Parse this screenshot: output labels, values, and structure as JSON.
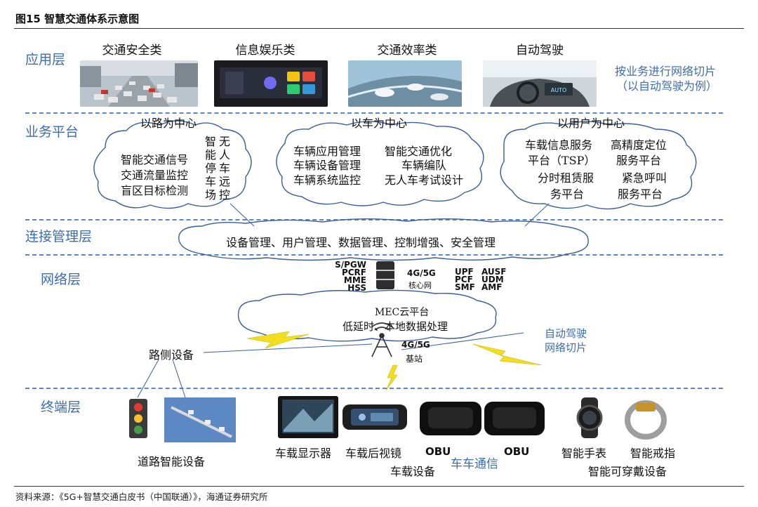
{
  "header": {
    "title": "图15 智慧交通体系示意图",
    "source": "资料来源：《5G+智慧交通白皮书（中国联通）》，海通证券研究所"
  },
  "layers": {
    "application": "应用层",
    "business": "业务平台",
    "connection": "连接管理层",
    "network": "网络层",
    "terminal": "终端层"
  },
  "application": {
    "categories": [
      "交通安全类",
      "信息娱乐类",
      "交通效率类",
      "自动驾驶"
    ],
    "slice_note": [
      "按业务进行网络切片",
      "（以自动驾驶为例）"
    ]
  },
  "business": {
    "road_center": {
      "title": "以路为中心",
      "lines": [
        "智能交通信号",
        "交通流量监控",
        "盲区目标检测"
      ],
      "col1": [
        "智",
        "能",
        "停",
        "车",
        "场"
      ],
      "col2": [
        "无",
        "人",
        "车",
        "远",
        "控"
      ]
    },
    "car_center": {
      "title": "以车为中心",
      "left": [
        "车辆应用管理",
        "车辆设备管理",
        "车辆系统监控"
      ],
      "right": [
        "智能交通优化",
        "车辆编队",
        "无人车考试设计"
      ]
    },
    "user_center": {
      "title": "以用户为中心",
      "items": [
        "车载信息服务",
        "平台（TSP）",
        "高精度定位",
        "服务平台",
        "分时租赁服",
        "务平台",
        "紧急呼叫",
        "服务平台"
      ]
    }
  },
  "connection": {
    "text": "设备管理、用户管理、数据管理、控制增强、安全管理"
  },
  "network": {
    "left_functions": [
      "S/PGW",
      "PCRF",
      "MME",
      "HSS"
    ],
    "core": [
      "4G/5G",
      "核心网"
    ],
    "right_functions": [
      "UPF",
      "PCF",
      "SMF",
      "AUSF",
      "UDM",
      "AMF"
    ],
    "mec": [
      "MEC云平台",
      "低延时、本地数据处理"
    ],
    "roadside": "路侧设备",
    "base_station": [
      "4G/5G",
      "基站"
    ],
    "slice": [
      "自动驾驶",
      "网络切片"
    ]
  },
  "terminal": {
    "road_device": "道路智能设备",
    "display": "车载显示器",
    "mirror": "车载后视镜",
    "obu1": "OBU",
    "obu2": "OBU",
    "vehicle_device": "车载设备",
    "v2v": "车车通信",
    "watch": "智能手表",
    "ring": "智能戒指",
    "wearable": "智能可穿戴设备"
  }
}
